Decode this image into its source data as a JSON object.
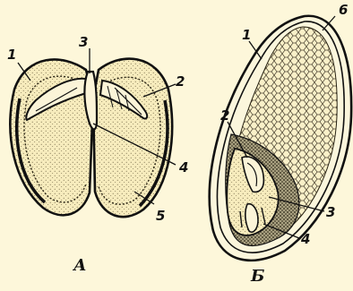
{
  "figure_a": {
    "caption": "А",
    "callouts": [
      "1",
      "2",
      "3",
      "4",
      "5"
    ]
  },
  "figure_b": {
    "caption": "Б",
    "callouts": [
      "1",
      "2",
      "3",
      "4",
      "6"
    ]
  },
  "colors": {
    "background": "#fdf7da",
    "seed_fill": "#f7ecbd",
    "ink": "#111111",
    "shading": "#3a3320"
  }
}
